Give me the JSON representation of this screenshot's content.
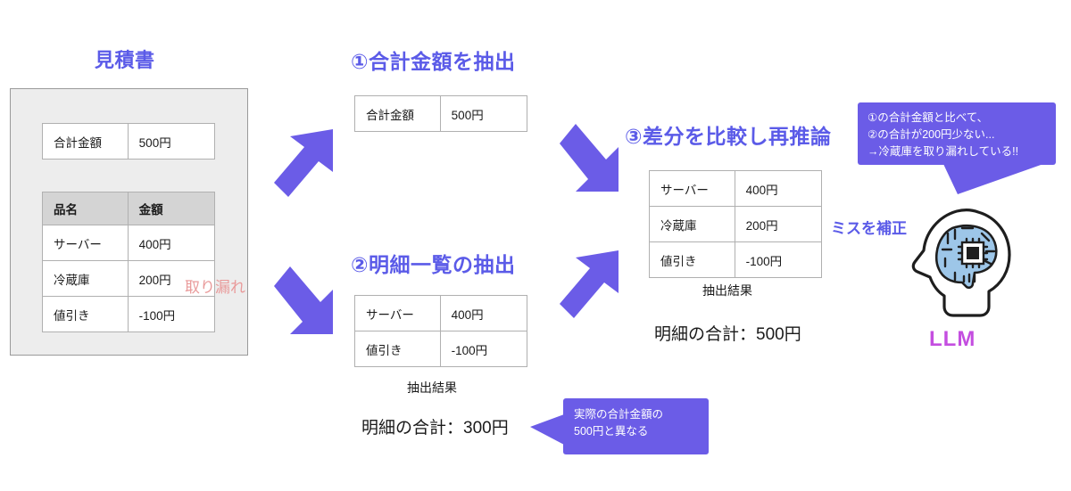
{
  "diagram": {
    "title_estimate": "見積書",
    "step1_title": "①合計金額を抽出",
    "step2_title": "②明細一覧の抽出",
    "step3_title": "③差分を比較し再推論"
  },
  "source_document": {
    "heading": "見積書",
    "total_table": {
      "label": "合計金額",
      "value": "500円"
    },
    "items_table": {
      "headers": [
        "品名",
        "金額"
      ],
      "rows": [
        {
          "name": "サーバー",
          "amount": "400円",
          "highlight": "none"
        },
        {
          "name": "冷蔵庫",
          "amount": "200円",
          "highlight": "missed"
        },
        {
          "name": "値引き",
          "amount": "-100円",
          "highlight": "none"
        }
      ]
    },
    "annotation_missed": "取り漏れ"
  },
  "step1": {
    "heading": "①合計金額を抽出",
    "table": {
      "label": "合計金額",
      "value": "500円"
    }
  },
  "step2": {
    "heading": "②明細一覧の抽出",
    "rows": [
      {
        "name": "サーバー",
        "amount": "400円"
      },
      {
        "name": "値引き",
        "amount": "-100円"
      }
    ],
    "caption": "抽出結果",
    "summary": "明細の合計：300円"
  },
  "step3": {
    "heading": "③差分を比較し再推論",
    "rows": [
      {
        "name": "サーバー",
        "amount": "400円",
        "highlight": "none"
      },
      {
        "name": "冷蔵庫",
        "amount": "200円",
        "highlight": "fixed"
      },
      {
        "name": "値引き",
        "amount": "-100円",
        "highlight": "none"
      }
    ],
    "annotation_fixed": "ミスを補正",
    "caption": "抽出結果",
    "summary": "明細の合計：500円"
  },
  "bubbles": {
    "mismatch": {
      "line1": "実際の合計金額の",
      "line2": "500円と異なる"
    },
    "reasoning": {
      "line1": "①の合計金額と比べて、",
      "line2": "②の合計が200円少ない...",
      "line3": "→冷蔵庫を取り漏れしている!!"
    }
  },
  "llm": {
    "label": "LLM"
  },
  "colors": {
    "accent_purple": "#5b5be8",
    "arrow_purple": "#6b5ce7",
    "bubble_purple": "#6b5ce7",
    "missed_row": "#f2d3d3",
    "fixed_row": "#d3d3ee",
    "missed_text": "#e99a9a",
    "llm_label": "#c44ee0",
    "panel_bg": "#ededed",
    "header_row": "#d4d4d4"
  },
  "icons": {
    "arrow_up_right": "arrow-up-right-icon",
    "arrow_down_right": "arrow-down-right-icon",
    "brain_chip": "brain-chip-icon"
  }
}
